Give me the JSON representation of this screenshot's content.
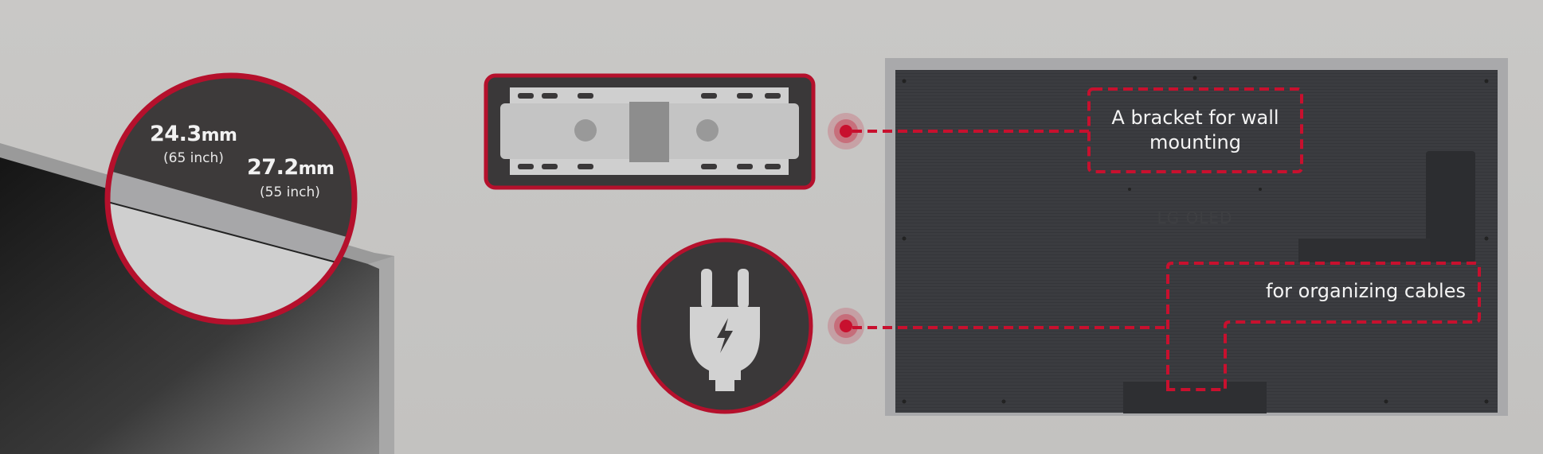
{
  "bezel": {
    "size_65": {
      "value": "24.3",
      "unit": "mm",
      "label": "(65 inch)"
    },
    "size_55": {
      "value": "27.2",
      "unit": "mm",
      "label": "(55 inch)"
    }
  },
  "callouts": {
    "bracket": "A bracket for wall mounting",
    "cables": "for organizing cables"
  },
  "tv_logo": "LG OLED",
  "colors": {
    "accent": "#c8102e",
    "panel": "#3a3839",
    "background": "#c8c7c5"
  }
}
